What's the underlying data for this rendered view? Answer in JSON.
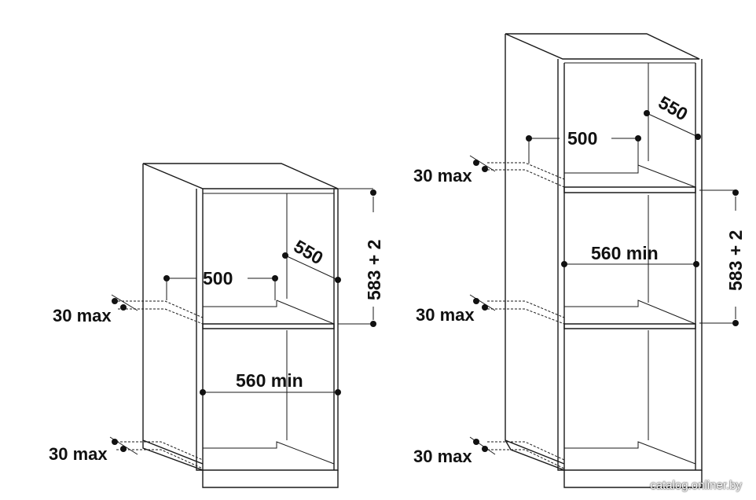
{
  "left_cabinet": {
    "depth_label": "550",
    "width_label": "500",
    "height_label": "583 + 2",
    "min_width_label": "560 min",
    "gap_top_label": "30 max",
    "gap_bottom_label": "30 max"
  },
  "right_cabinet": {
    "depth_label": "550",
    "width_label": "500",
    "height_label": "583 + 2",
    "min_width_label": "560 min",
    "gap_top_label": "30 max",
    "gap_mid_label": "30 max",
    "gap_bottom_label": "30 max"
  },
  "watermark": "catalog.onliner.by"
}
